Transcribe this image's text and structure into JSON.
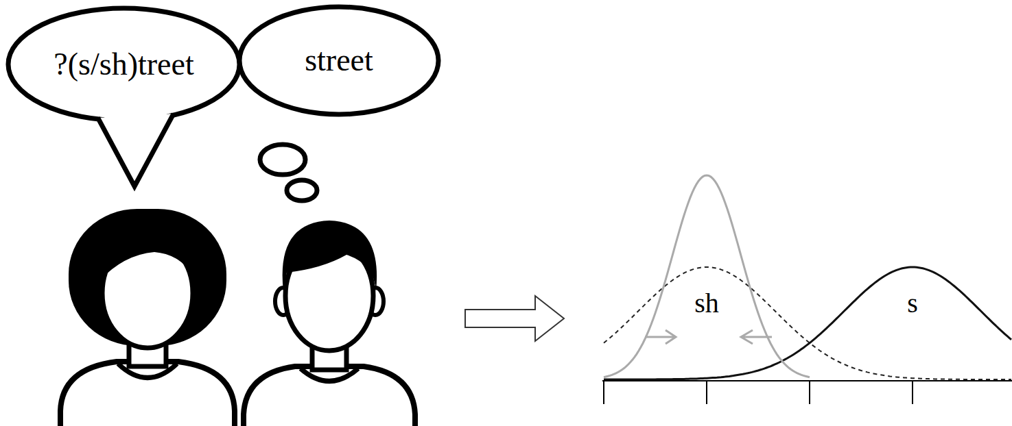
{
  "diagram": {
    "nodes": [
      {
        "text": [
          "?(s/sh)treet"
        ]
      },
      {
        "text": [
          "street"
        ]
      }
    ],
    "labels": [
      "sh",
      "s"
    ]
  }
}
